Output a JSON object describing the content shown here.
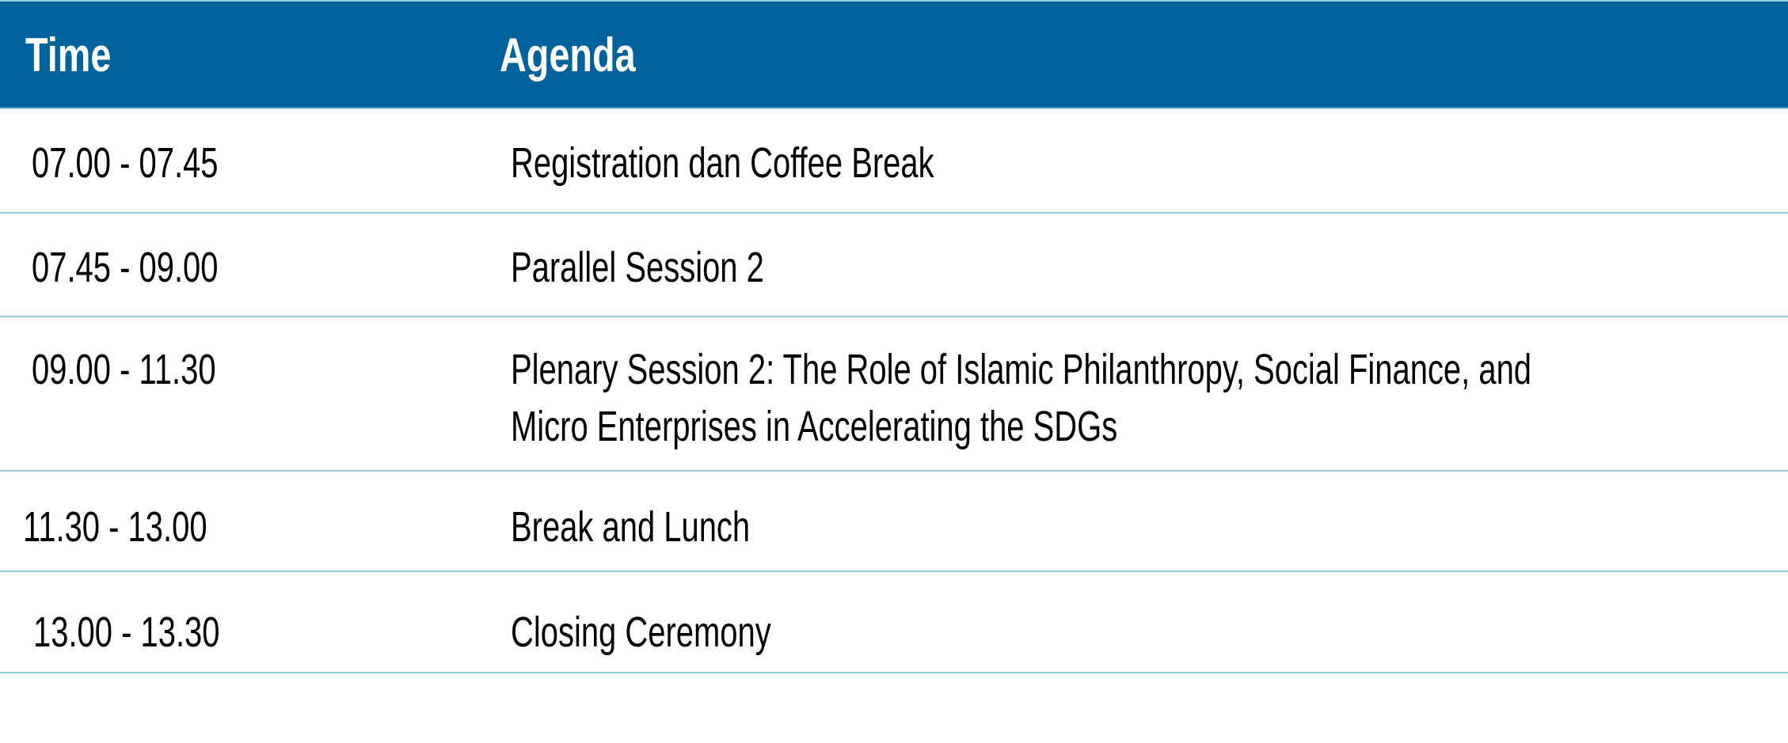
{
  "colors": {
    "header_bg": "#00629b",
    "divider": "#92cddc"
  },
  "table": {
    "headers": {
      "time": "Time",
      "agenda": "Agenda"
    },
    "rows": [
      {
        "time": "07.00 - 07.45",
        "agenda": "Registration dan Coffee Break"
      },
      {
        "time": "07.45 - 09.00",
        "agenda": "Parallel Session 2"
      },
      {
        "time": "09.00 - 11.30",
        "agenda": "Plenary Session 2: The Role of Islamic Philanthropy, Social Finance, and\nMicro Enterprises in Accelerating the SDGs"
      },
      {
        "time": "11.30 - 13.00",
        "agenda": "Break and Lunch"
      },
      {
        "time": "13.00 - 13.30",
        "agenda": "Closing Ceremony"
      }
    ]
  }
}
